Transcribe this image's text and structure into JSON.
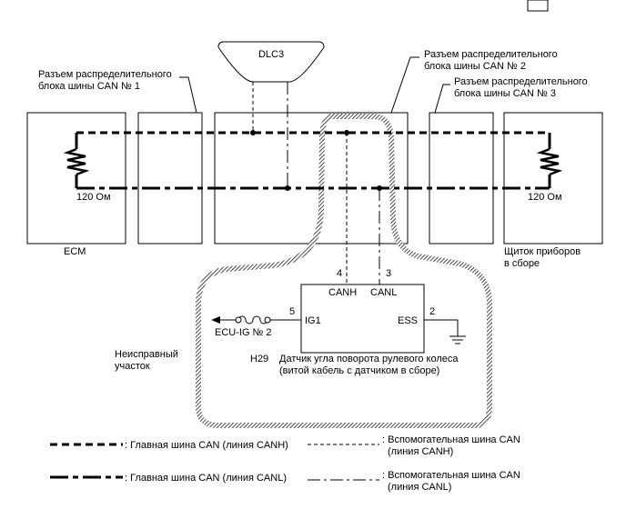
{
  "components": {
    "dlc3": "DLC3",
    "ecm": "ECM",
    "meter": [
      "Щиток приборов",
      "в сборе"
    ],
    "sensor": [
      "Датчик угла поворота рулевого колеса",
      "(витой кабель с датчиком в сборе)"
    ],
    "sensor_code": "H29",
    "fuse": "ECU-IG № 2"
  },
  "callouts": {
    "jb1": [
      "Разъем распределительного",
      "блока шины CAN № 1"
    ],
    "jb2": [
      "Разъем распределительного",
      "блока шины CAN № 2"
    ],
    "jb3": [
      "Разъем распределительного",
      "блока шины CAN № 3"
    ],
    "faulty": [
      "Неисправный",
      "участок"
    ]
  },
  "resistors": {
    "left": "120 Ом",
    "right": "120 Ом"
  },
  "pins": {
    "canh_num": "4",
    "canl_num": "3",
    "ig1_num": "5",
    "ess_num": "2",
    "canh": "CANH",
    "canl": "CANL",
    "ig1": "IG1",
    "ess": "ESS"
  },
  "legend": {
    "main_canh": ": Главная шина CAN (линия CANH)",
    "main_canl": ": Главная шина CAN (линия CANL)",
    "sub_canh": [
      ": Вспомогательная шина CAN",
      "(линия CANH)"
    ],
    "sub_canl": [
      ": Вспомогательная шина CAN",
      "(линия CANL)"
    ]
  }
}
